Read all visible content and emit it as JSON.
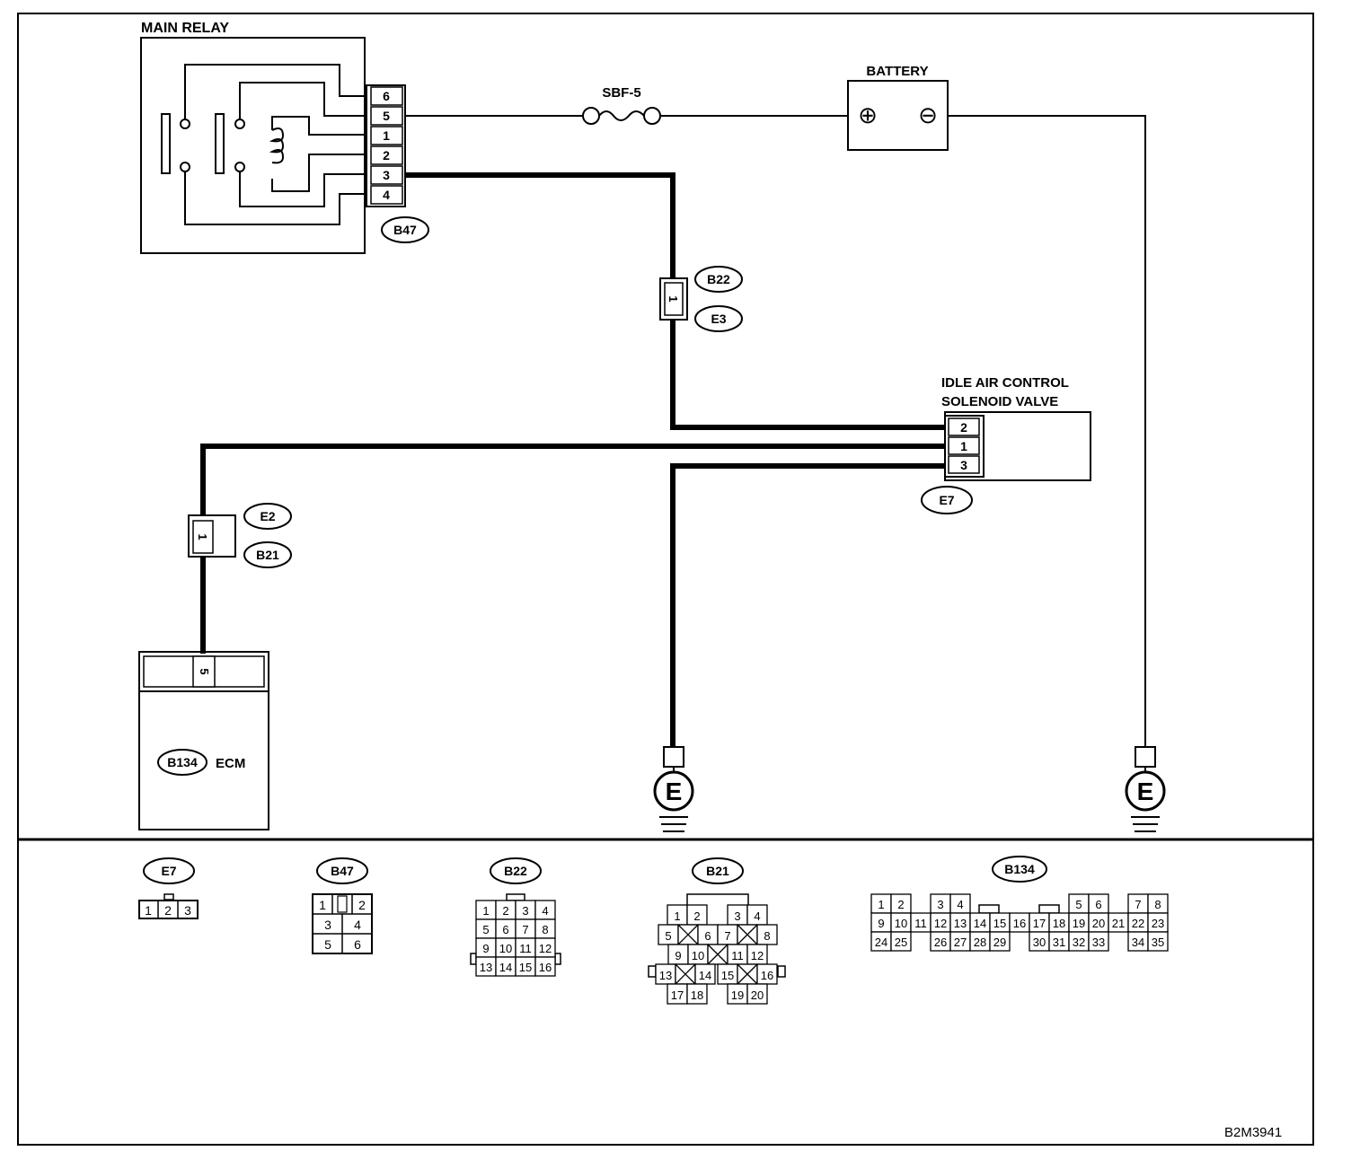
{
  "labels": {
    "main_relay": "MAIN RELAY",
    "battery": "BATTERY",
    "fuse": "SBF-5",
    "iacv_line1": "IDLE AIR CONTROL",
    "iacv_line2": "SOLENOID VALVE",
    "ecm": "ECM",
    "figure_code": "B2M3941"
  },
  "battery_terminals": {
    "positive": "⊕",
    "negative": "⊖"
  },
  "ground_symbol": "E",
  "connector_tags": {
    "B47": "B47",
    "B22": "B22",
    "E3": "E3",
    "E7": "E7",
    "E2": "E2",
    "B21": "B21",
    "B134": "B134"
  },
  "main_relay_pins": [
    "6",
    "5",
    "1",
    "2",
    "3",
    "4"
  ],
  "iacv_pins": [
    "2",
    "1",
    "3"
  ],
  "joint_pins": {
    "B22_E3": "1",
    "E2_B21": "1"
  },
  "ecm_pin": "5",
  "connector_views": {
    "E7": [
      "1",
      "2",
      "3"
    ],
    "B47": [
      "1",
      "2",
      "3",
      "4",
      "5",
      "6"
    ],
    "B22": [
      "1",
      "2",
      "3",
      "4",
      "5",
      "6",
      "7",
      "8",
      "9",
      "10",
      "11",
      "12",
      "13",
      "14",
      "15",
      "16"
    ],
    "B21": [
      "1",
      "2",
      "3",
      "4",
      "5",
      "6",
      "7",
      "8",
      "9",
      "10",
      "11",
      "12",
      "13",
      "14",
      "15",
      "16",
      "17",
      "18",
      "19",
      "20"
    ],
    "B134": [
      "1",
      "2",
      "3",
      "4",
      "5",
      "6",
      "7",
      "8",
      "9",
      "10",
      "11",
      "12",
      "13",
      "14",
      "15",
      "16",
      "17",
      "18",
      "19",
      "20",
      "21",
      "22",
      "23",
      "24",
      "25",
      "26",
      "27",
      "28",
      "29",
      "30",
      "31",
      "32",
      "33",
      "34",
      "35"
    ]
  },
  "colors": {
    "line": "#000000",
    "background": "#ffffff"
  }
}
